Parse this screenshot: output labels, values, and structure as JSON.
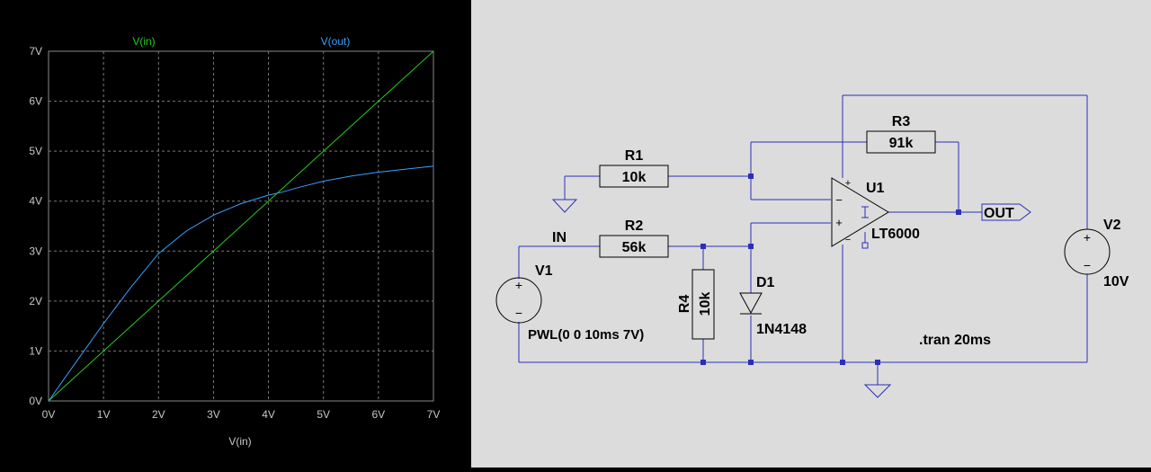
{
  "chart_data": {
    "type": "line",
    "xlabel": "V(in)",
    "ylabel": "",
    "xlim": [
      0,
      7
    ],
    "ylim": [
      0,
      7
    ],
    "x_ticks": [
      "0V",
      "1V",
      "2V",
      "3V",
      "4V",
      "5V",
      "6V",
      "7V"
    ],
    "y_ticks": [
      "0V",
      "1V",
      "2V",
      "3V",
      "4V",
      "5V",
      "6V",
      "7V"
    ],
    "grid": true,
    "legend": "top",
    "series": [
      {
        "name": "V(in)",
        "color": "#22cc22",
        "x": [
          0,
          7
        ],
        "y": [
          0,
          7
        ]
      },
      {
        "name": "V(out)",
        "color": "#3aa0ff",
        "x": [
          0,
          0.5,
          1,
          1.5,
          2,
          2.5,
          3,
          3.5,
          4,
          4.25,
          4.5,
          5,
          5.5,
          6,
          6.5,
          7
        ],
        "y": [
          0,
          0.78,
          1.55,
          2.28,
          2.95,
          3.4,
          3.72,
          3.95,
          4.12,
          4.18,
          4.26,
          4.4,
          4.5,
          4.58,
          4.64,
          4.7
        ]
      }
    ]
  },
  "schematic": {
    "r1": {
      "name": "R1",
      "value": "10k"
    },
    "r2": {
      "name": "R2",
      "value": "56k"
    },
    "r3": {
      "name": "R3",
      "value": "91k"
    },
    "r4": {
      "name": "R4",
      "value": "10k"
    },
    "d1": {
      "name": "D1",
      "model": "1N4148"
    },
    "u1": {
      "name": "U1",
      "model": "LT6000"
    },
    "v1": {
      "name": "V1",
      "value": "PWL(0 0 10ms 7V)"
    },
    "v2": {
      "name": "V2",
      "value": "10V"
    },
    "net_in": "IN",
    "net_out": "OUT",
    "directive": ".tran 20ms",
    "plus_sign": "+",
    "minus_sign": "−",
    "wire_color": "#2b2fb8"
  }
}
